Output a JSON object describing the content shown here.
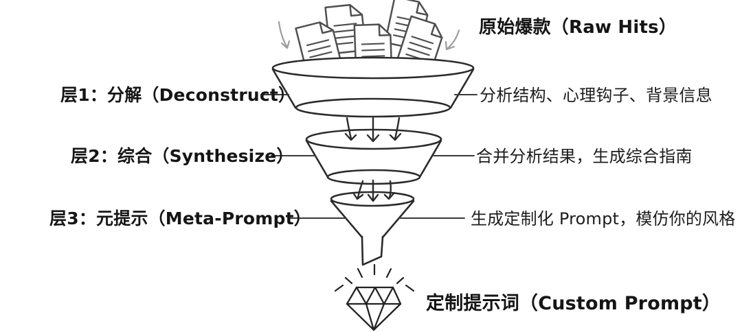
{
  "colors": {
    "background": "#ffffff",
    "ink": "#151515",
    "funnel_line": "#2b2b2b",
    "document_line": "#4f4f4f",
    "guide_arrow": "#9c9c9c"
  },
  "source": {
    "label": "原始爆款（Raw Hits）"
  },
  "tiers": [
    {
      "left_label": "层1：分解（Deconstruct）",
      "right_label": "分析结构、心理钩子、背景信息"
    },
    {
      "left_label": "层2：综合（Synthesize）",
      "right_label": "合并分析结果，生成综合指南"
    },
    {
      "left_label": "层3：元提示（Meta-Prompt）",
      "right_label": "生成定制化 Prompt，模仿你的风格"
    }
  ],
  "output": {
    "label": "定制提示词（Custom Prompt）"
  },
  "icons": {
    "documents": "document-stack-icon",
    "funnel": "funnel-icon",
    "flow_arrows": "down-arrows-icon",
    "diamond": "diamond-icon"
  }
}
